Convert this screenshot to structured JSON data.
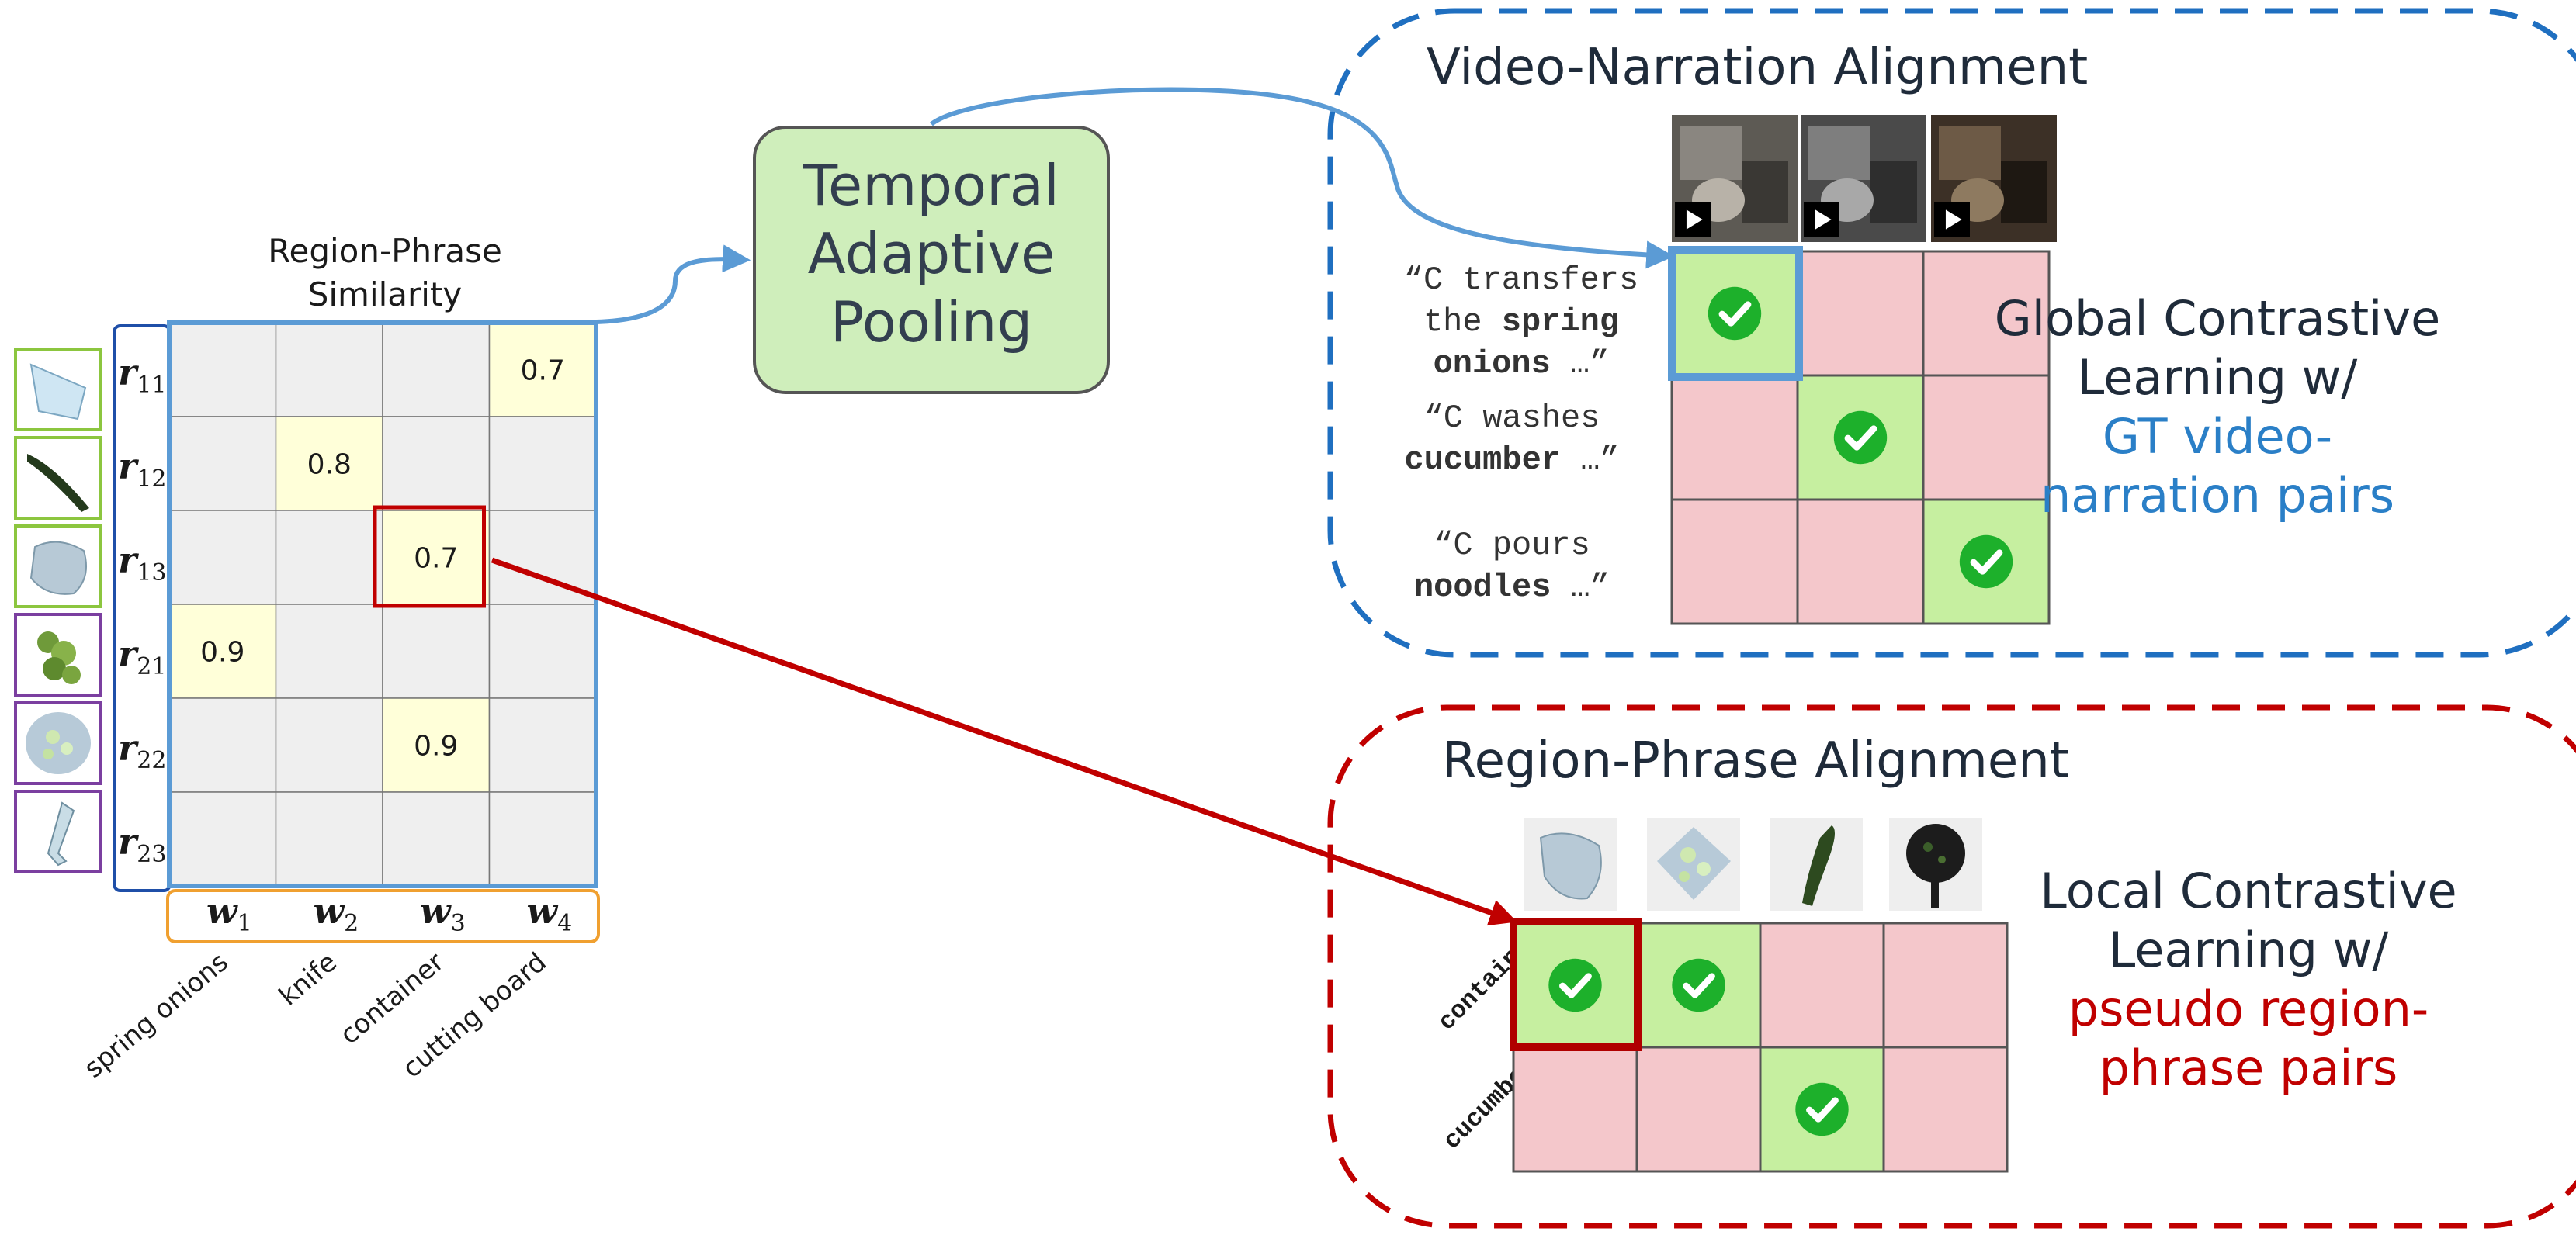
{
  "left_panel": {
    "title_line1": "Region-Phrase",
    "title_line2": "Similarity",
    "row_labels": [
      {
        "base": "r",
        "sub": "11"
      },
      {
        "base": "r",
        "sub": "12"
      },
      {
        "base": "r",
        "sub": "13"
      },
      {
        "base": "r",
        "sub": "21"
      },
      {
        "base": "r",
        "sub": "22"
      },
      {
        "base": "r",
        "sub": "23"
      }
    ],
    "col_labels": [
      {
        "base": "w",
        "sub": "1"
      },
      {
        "base": "w",
        "sub": "2"
      },
      {
        "base": "w",
        "sub": "3"
      },
      {
        "base": "w",
        "sub": "4"
      }
    ],
    "phrases": [
      "spring onions",
      "knife",
      "container",
      "cutting board"
    ],
    "cell_values": [
      [
        "",
        "",
        "",
        "0.7"
      ],
      [
        "",
        "0.8",
        "",
        ""
      ],
      [
        "",
        "",
        "0.7",
        ""
      ],
      [
        "0.9",
        "",
        "",
        ""
      ],
      [
        "",
        "",
        "0.9",
        ""
      ],
      [
        "",
        "",
        "",
        ""
      ]
    ],
    "highlighted_cell": {
      "row": 2,
      "col": 2
    },
    "thumb_groups": [
      "green",
      "green",
      "green",
      "purple",
      "purple",
      "purple"
    ]
  },
  "pooling_box": {
    "line1": "Temporal",
    "line2": "Adaptive",
    "line3": "Pooling"
  },
  "video_panel": {
    "title": "Video-Narration Alignment",
    "narrations": [
      {
        "line1": "“C transfers",
        "line2_pre": "the ",
        "line2_bold": "spring",
        "line3_bold": "onions",
        "line3_post": " …”"
      },
      {
        "line1": "“C washes",
        "line2_bold": "cucumber",
        "line2_post": " …”"
      },
      {
        "line1": "“C pours",
        "line2_bold": "noodles",
        "line2_post": " …”"
      }
    ],
    "matrix": [
      [
        "pos",
        "neg",
        "neg"
      ],
      [
        "neg",
        "pos",
        "neg"
      ],
      [
        "neg",
        "neg",
        "pos"
      ]
    ],
    "side_line1": "Global Contrastive",
    "side_line2": "Learning w/",
    "side_line3": "GT  video-",
    "side_line4": "narration pairs",
    "side_accent": "#2a7fc7"
  },
  "region_panel": {
    "title": "Region-Phrase Alignment",
    "row_labels": [
      "container",
      "cucumber"
    ],
    "matrix": [
      [
        "pos",
        "pos",
        "neg",
        "neg"
      ],
      [
        "neg",
        "neg",
        "pos",
        "neg"
      ]
    ],
    "side_line1": "Local Contrastive",
    "side_line2": "Learning w/",
    "side_line3": "pseudo  region-",
    "side_line4": "phrase pairs",
    "side_accent": "#c00000"
  },
  "colors": {
    "blue": "#5b9bd5",
    "dashed_blue": "#1f6fc0",
    "dashed_red": "#c00000",
    "orange": "#f0a030",
    "green_border": "#8cc63f",
    "purple_border": "#7b3fa0",
    "positive_fill": "#c6efa0",
    "negative_fill": "#f4c7cb",
    "check_green": "#1db02b",
    "pool_fill": "#cfeebb",
    "cell_gray": "#efefef",
    "cell_yellow": "#ffffd9"
  }
}
